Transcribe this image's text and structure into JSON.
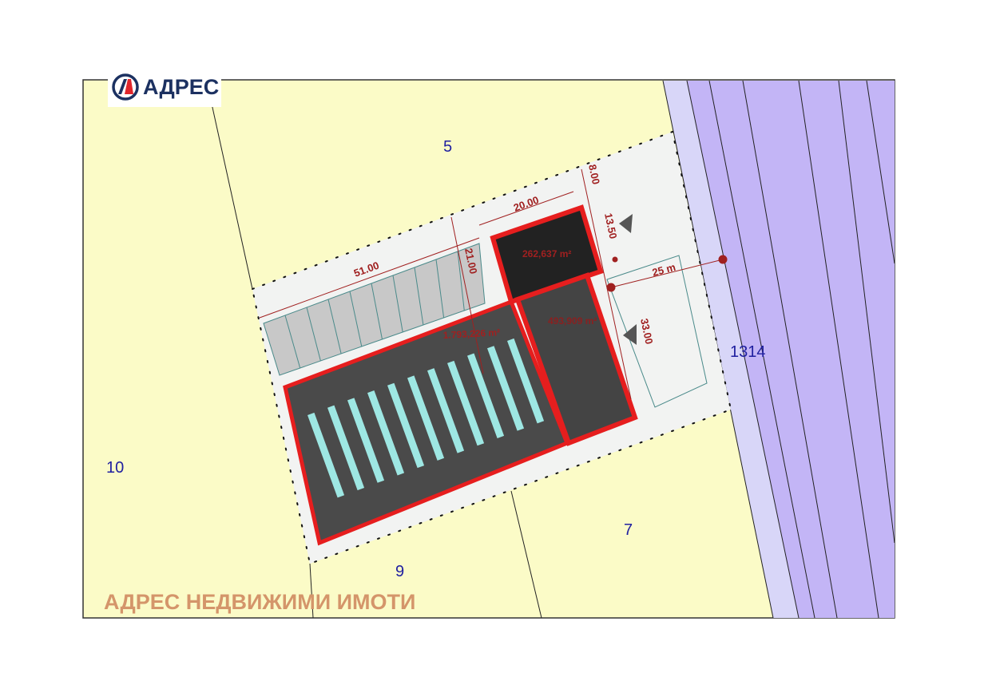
{
  "logo": {
    "text": "АДРЕС",
    "colors": {
      "navy": "#1c3161",
      "red": "#e0262b"
    }
  },
  "watermark": "АДРЕС НЕДВИЖИМИ ИМОТИ",
  "parcels": {
    "north": "5",
    "west": "10",
    "south": "9",
    "southeast": "7",
    "street": "1314"
  },
  "dimensions": {
    "long_side": "51.00",
    "depth": "21.00",
    "building_width": "20.00",
    "setback": "8.00",
    "building_depth": "13.50",
    "distance": "25 m",
    "side": "33.00"
  },
  "areas": {
    "main_hall": "1.793,226 m²",
    "building_small": "262,637 m²",
    "building_long": "493,909 m²"
  },
  "colors": {
    "yellow": "#fbfbc7",
    "lavender": "#d8d6f8",
    "purple": "#c3b5f6",
    "building": "#3f3f3f",
    "outline": "#e61e1e",
    "panels": "#9ee7e3",
    "dims": "#a02020",
    "labels": "#2020a0"
  }
}
